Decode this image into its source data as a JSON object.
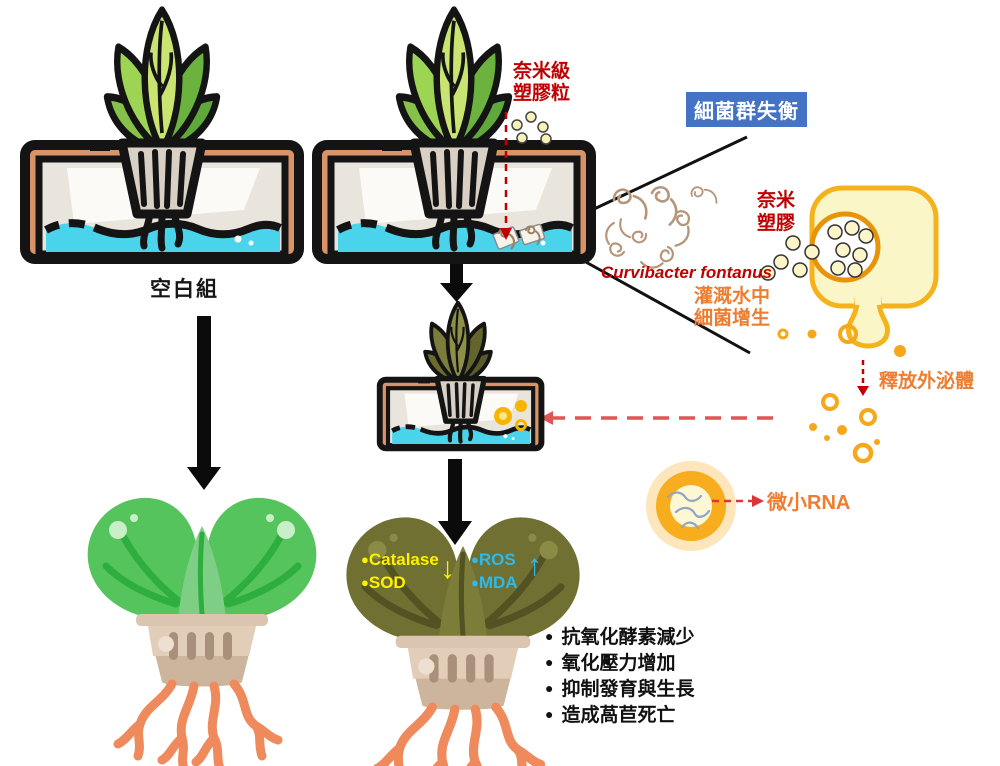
{
  "labels": {
    "control_group": "空白組",
    "nano_particles": [
      "奈米級",
      "塑膠粒"
    ],
    "bacteria_imbalance": "細菌群失衡",
    "nano_plastic": [
      "奈米",
      "塑膠"
    ],
    "species": "Curvibacter fontanus",
    "irrigation": [
      "灌溉水中",
      "細菌增生"
    ],
    "release_exosome": "釋放外泌體",
    "micro_rna": "微小RNA"
  },
  "markers": {
    "bullet": "●",
    "catalase": "Catalase",
    "sod": "SOD",
    "down_arrow": "↓",
    "ros": "ROS",
    "mda": "MDA",
    "up_arrow": "↑"
  },
  "effects": {
    "bullet": "●",
    "items": [
      "抗氧化酵素減少",
      "氧化壓力增加",
      "抑制發育與生長",
      "造成萵苣死亡"
    ]
  },
  "colors": {
    "red_text": "#C00000",
    "orange_text": "#ED7D31",
    "blue_box": "#4472C4",
    "yellow_marker": "#FFF000",
    "cyan_marker": "#2FB9E9",
    "water": "#4AD4EC",
    "wood_frame": "#D89368",
    "exosome_orange": "#F5A81C",
    "healthy_leaf": "#55C45C",
    "dying_leaf": "#6F7032",
    "root_orange": "#EE8A5C"
  }
}
